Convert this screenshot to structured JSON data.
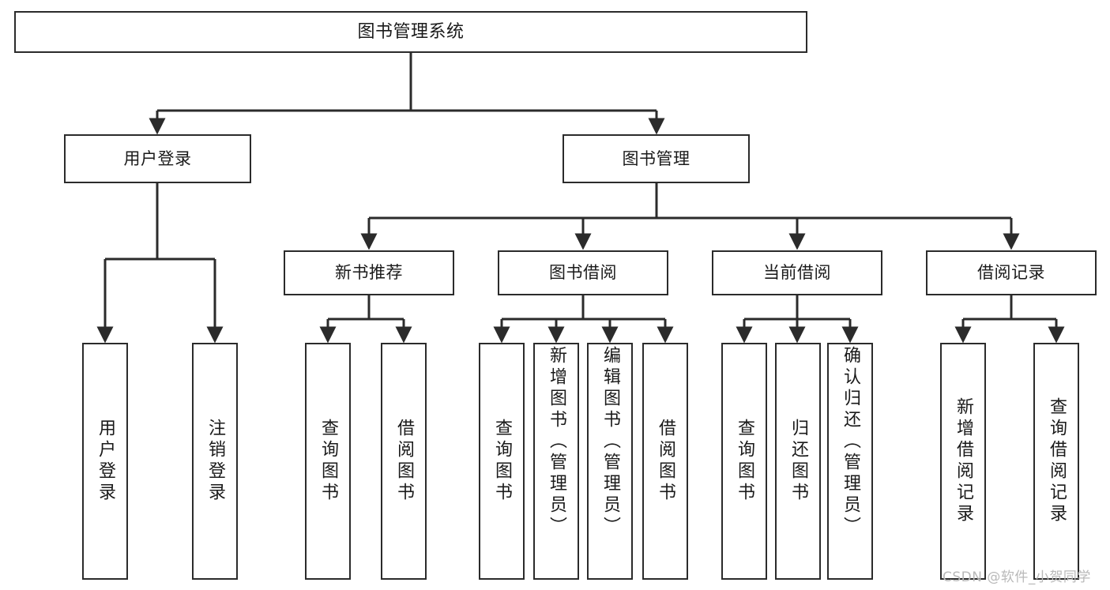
{
  "diagram": {
    "type": "tree-hierarchy-chart",
    "title": "图书管理系统",
    "colors": {
      "stroke": "#2b2b2b",
      "fill": "#ffffff",
      "text": "#1a1a1a",
      "watermark": "#b9b9b9"
    },
    "levels": {
      "root": {
        "label": "图书管理系统"
      },
      "level2": [
        {
          "label": "用户登录"
        },
        {
          "label": "图书管理"
        }
      ],
      "level3": [
        {
          "label": "新书推荐"
        },
        {
          "label": "图书借阅"
        },
        {
          "label": "当前借阅"
        },
        {
          "label": "借阅记录"
        }
      ],
      "leaves": [
        {
          "label": "用户登录",
          "parent": "用户登录"
        },
        {
          "label": "注销登录",
          "parent": "用户登录"
        },
        {
          "label": "查询图书",
          "parent": "新书推荐"
        },
        {
          "label": "借阅图书",
          "parent": "新书推荐"
        },
        {
          "label": "查询图书",
          "parent": "图书借阅"
        },
        {
          "label": "新增图书（管理员）",
          "parent": "图书借阅"
        },
        {
          "label": "编辑图书（管理员）",
          "parent": "图书借阅"
        },
        {
          "label": "借阅图书",
          "parent": "图书借阅"
        },
        {
          "label": "查询图书",
          "parent": "当前借阅"
        },
        {
          "label": "归还图书",
          "parent": "当前借阅"
        },
        {
          "label": "确认归还（管理员）",
          "parent": "当前借阅"
        },
        {
          "label": "新增借阅记录",
          "parent": "借阅记录"
        },
        {
          "label": "查询借阅记录",
          "parent": "借阅记录"
        }
      ]
    }
  },
  "watermark": {
    "text": "CSDN @软件_小贺同学"
  }
}
